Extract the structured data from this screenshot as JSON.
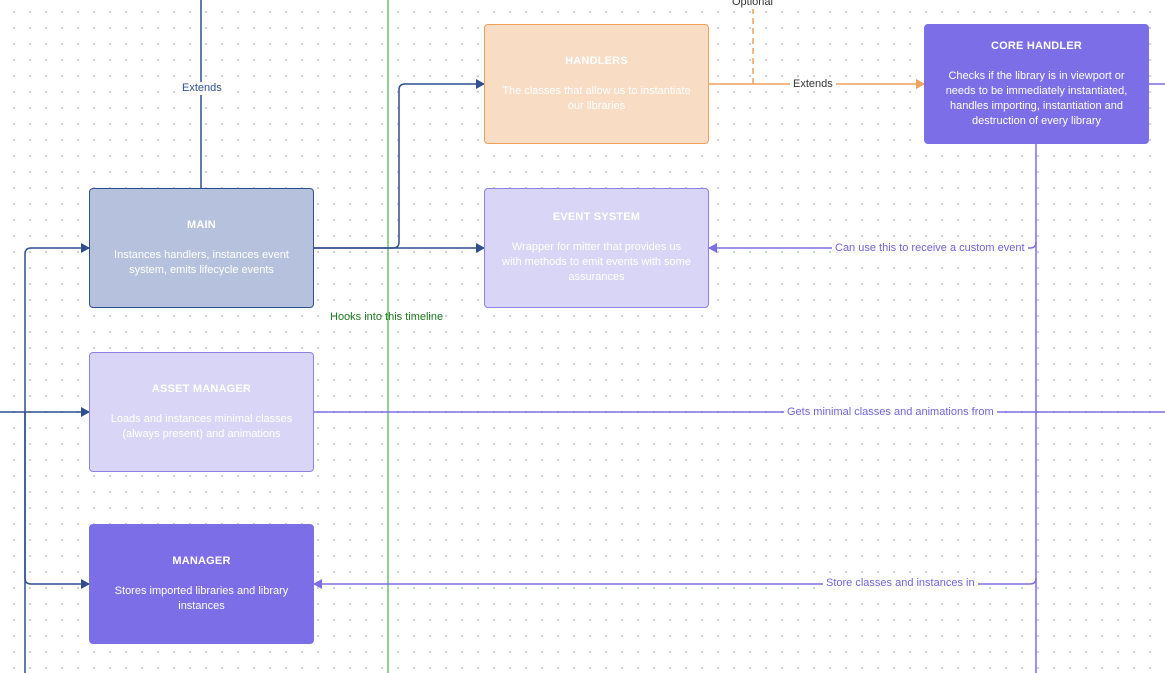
{
  "nodes": {
    "main": {
      "title": "MAIN",
      "desc": "Instances handlers, instances event system, emits lifecycle events"
    },
    "asset_manager": {
      "title": "ASSET MANAGER",
      "desc": "Loads and instances minimal classes (always present) and animations"
    },
    "manager": {
      "title": "MANAGER",
      "desc": "Stores imported libraries and library instances"
    },
    "handlers": {
      "title": "HANDLERS",
      "desc": "The classes that allow us to instantiate our libraries"
    },
    "event_system": {
      "title": "EVENT SYSTEM",
      "desc": "Wrapper for mitter that provides us with methods to emit events with some assurances"
    },
    "core_handler": {
      "title": "CORE HANDLER",
      "desc": "Checks if the library is in viewport or needs to be immediately instantiated, handles importing, instantiation and destruction of every library"
    }
  },
  "edge_labels": {
    "optional": "Optional",
    "extends_main": "Extends",
    "extends_handlers": "Extends",
    "hooks_timeline": "Hooks into this timeline",
    "custom_event": "Can use this to receive a custom event",
    "minimal_classes": "Gets minimal classes and animations from",
    "store_classes": "Store classes and instances in"
  },
  "colors": {
    "blue_edge": "#2f4f8f",
    "purple_edge": "#7b6ee6",
    "orange_edge": "#f2a15a",
    "green_timeline": "#6cc46c"
  }
}
